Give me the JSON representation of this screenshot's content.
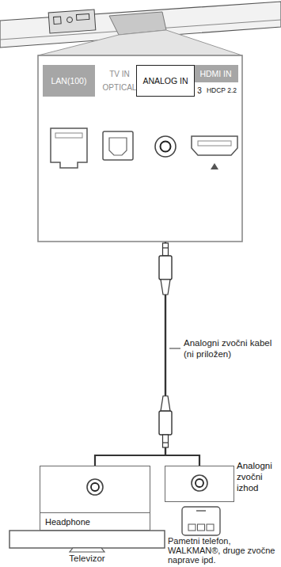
{
  "diagram": {
    "nodes": [
      {
        "text": [
          "LAN(100)",
          "TV IN",
          "OPTICAL",
          "HDMI IN",
          "3",
          "HDCP 2.2"
        ]
      },
      {
        "text": [
          "ANALOG IN"
        ],
        "in": 0
      },
      {
        "text": [
          "Headphone"
        ]
      },
      {
        "text": [
          "Analogni zvočni izhod"
        ]
      }
    ],
    "edges": [
      {
        "from": 0,
        "to": 2,
        "arrow": "none"
      },
      {
        "from": 0,
        "to": 3,
        "arrow": "none"
      }
    ],
    "labels": [
      "Analogni zvočni kabel (ni priložen)",
      "Televizor",
      "Pametni telefon, WALKMAN®, druge zvočne naprave ipd."
    ]
  }
}
